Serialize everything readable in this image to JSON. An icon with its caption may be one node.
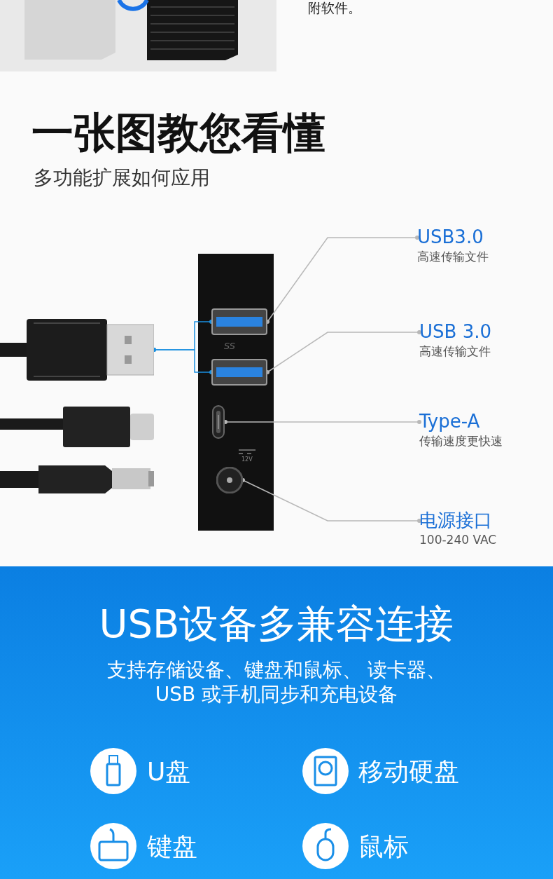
{
  "diagram": {
    "title": "一张图教您看懂",
    "nodes": [
      {
        "text": [
          "USB3.0",
          "高速传输文件"
        ]
      },
      {
        "text": [
          "USB 3.0",
          "高速传输文件"
        ]
      },
      {
        "text": [
          "Type-A",
          "传输速度更快速"
        ]
      },
      {
        "text": [
          "电源接口",
          "100-240 VAC"
        ]
      },
      {
        "text": [],
        "shape": "picture"
      },
      {
        "text": [],
        "shape": "picture"
      },
      {
        "text": [],
        "shape": "picture"
      },
      {
        "text": [],
        "shape": "circle"
      },
      {
        "text": [],
        "shape": "picture"
      }
    ],
    "edges": [
      {
        "from": 4,
        "to": 0,
        "arrow": "other"
      },
      {
        "from": 5,
        "to": 1,
        "arrow": "other"
      },
      {
        "from": 6,
        "to": 2,
        "arrow": "other"
      },
      {
        "from": 7,
        "to": 3,
        "arrow": "other"
      },
      {
        "from": 8,
        "to": 4,
        "arrow": "other",
        "color": "#1a8fe0"
      },
      {
        "from": 8,
        "to": 5,
        "arrow": "other",
        "color": "#1a8fe0"
      }
    ],
    "labels": [
      "附软件。",
      "多功能扩展如何应用",
      "SS",
      "12V",
      "USB设备多兼容连接",
      "支持存储设备、键盘和鼠标、 读卡器、USB 或手机同步和充电设备",
      "U盘",
      "移动硬盘",
      "键盘",
      "鼠标"
    ]
  }
}
